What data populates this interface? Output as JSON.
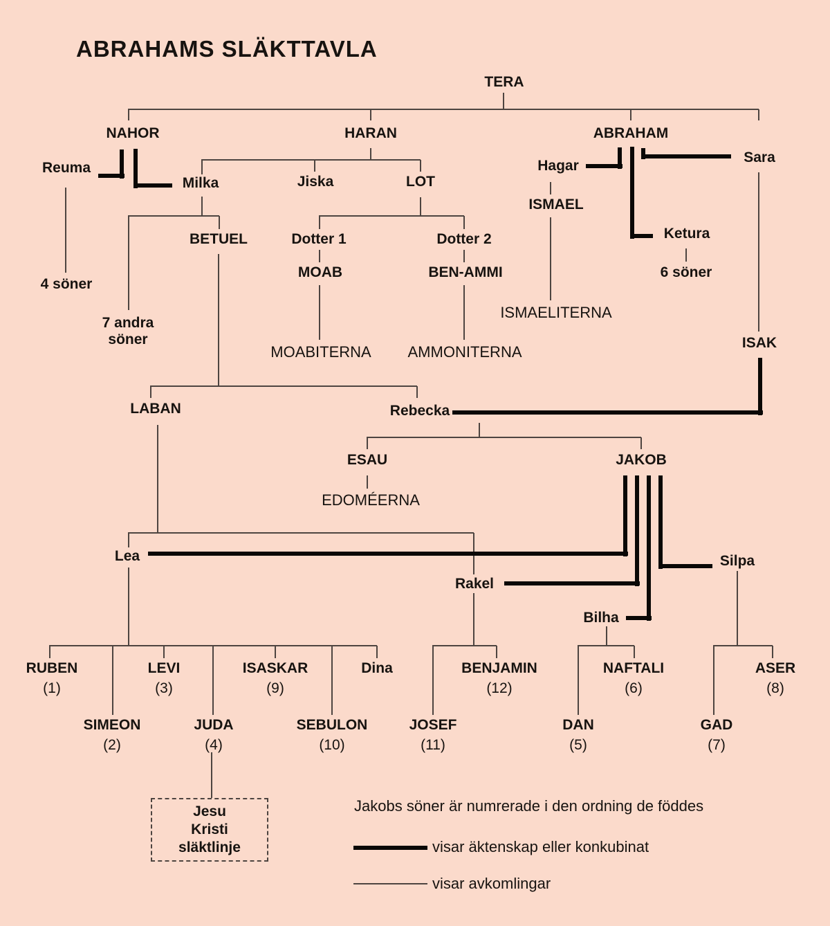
{
  "meta": {
    "title": "ABRAHAMS SLÄKTTAVLA"
  },
  "colors": {
    "background": "#fbdacb",
    "thin_line": "#4d4440",
    "thick_line": "#0a0806",
    "text": "#171310"
  },
  "people": {
    "tera": "TERA",
    "nahor": "NAHOR",
    "haran": "HARAN",
    "abraham": "ABRAHAM",
    "reuma": "Reuma",
    "milka": "Milka",
    "jiska": "Jiska",
    "lot": "LOT",
    "hagar": "Hagar",
    "sara": "Sara",
    "ismael": "ISMAEL",
    "betuel": "BETUEL",
    "dotter1": "Dotter 1",
    "dotter2": "Dotter 2",
    "ketura": "Ketura",
    "moab": "MOAB",
    "benammi": "BEN-AMMI",
    "fyra_soner": "4 söner",
    "sju_andra_soner": "7 andra söner",
    "sex_soner": "6 söner",
    "ismaeliterna": "ISMAELITERNA",
    "moabiterna": "MOABITERNA",
    "ammoniterna": "AMMONITERNA",
    "isak": "ISAK",
    "laban": "LABAN",
    "rebecka": "Rebecka",
    "esau": "ESAU",
    "jakob": "JAKOB",
    "edomeerna": "EDOMÉERNA",
    "lea": "Lea",
    "rakel": "Rakel",
    "bilha": "Bilha",
    "silpa": "Silpa"
  },
  "sons": {
    "ruben": {
      "name": "RUBEN",
      "num": "(1)"
    },
    "simeon": {
      "name": "SIMEON",
      "num": "(2)"
    },
    "levi": {
      "name": "LEVI",
      "num": "(3)"
    },
    "juda": {
      "name": "JUDA",
      "num": "(4)"
    },
    "isaskar": {
      "name": "ISASKAR",
      "num": "(9)"
    },
    "sebulon": {
      "name": "SEBULON",
      "num": "(10)"
    },
    "dina": {
      "name": "Dina",
      "num": ""
    },
    "josef": {
      "name": "JOSEF",
      "num": "(11)"
    },
    "benjamin": {
      "name": "BENJAMIN",
      "num": "(12)"
    },
    "dan": {
      "name": "DAN",
      "num": "(5)"
    },
    "naftali": {
      "name": "NAFTALI",
      "num": "(6)"
    },
    "gad": {
      "name": "GAD",
      "num": "(7)"
    },
    "aser": {
      "name": "ASER",
      "num": "(8)"
    }
  },
  "jesus_box": {
    "line1": "Jesu",
    "line2": "Kristi",
    "line3": "släktlinje"
  },
  "legend": {
    "note": "Jakobs söner är numrerade i den ordning de föddes",
    "marriage": "visar äktenskap eller konkubinat",
    "descent": "visar avkomlingar"
  }
}
